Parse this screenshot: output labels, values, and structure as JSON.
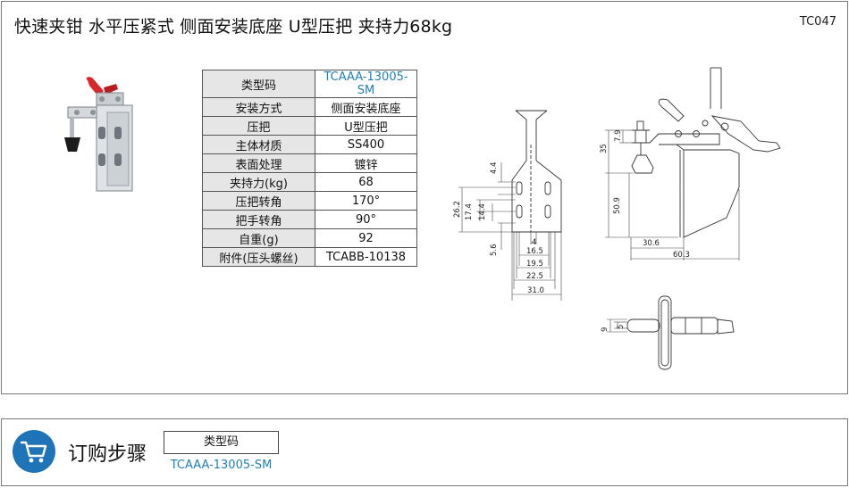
{
  "header": {
    "title": "快速夹钳  水平压紧式  侧面安装底座  U型压把  夹持力68kg",
    "code": "TC047"
  },
  "spec_table": [
    {
      "key": "类型码",
      "value": "TCAAA-13005-SM"
    },
    {
      "key": "安装方式",
      "value": "侧面安装底座"
    },
    {
      "key": "压把",
      "value": "U型压把"
    },
    {
      "key": "主体材质",
      "value": "SS400"
    },
    {
      "key": "表面处理",
      "value": "镀锌"
    },
    {
      "key": "夹持力(kg)",
      "value": "68"
    },
    {
      "key": "压把转角",
      "value": "170°"
    },
    {
      "key": "把手转角",
      "value": "90°"
    },
    {
      "key": "自重(g)",
      "value": "92"
    },
    {
      "key": "附件(压头螺丝)",
      "value": "TCABB-10138"
    }
  ],
  "drawing_dims": {
    "front_vertical": [
      "4.4",
      "26.2",
      "17.4",
      "14.4",
      "5.6"
    ],
    "front_horizontal": [
      "4",
      "16.5",
      "19.5",
      "22.5",
      "31.0"
    ],
    "side_vertical": [
      "35",
      "7.9",
      "50.9"
    ],
    "side_horizontal": [
      "30.6",
      "60.3"
    ],
    "top_vertical": [
      "9",
      "5"
    ]
  },
  "order": {
    "title": "订购步骤",
    "box_label": "类型码",
    "code": "TCAAA-13005-SM"
  },
  "colors": {
    "accent_blue": "#1f7fb6",
    "cart_blue": "#1f73b7",
    "handle_red": "#d8262b"
  }
}
